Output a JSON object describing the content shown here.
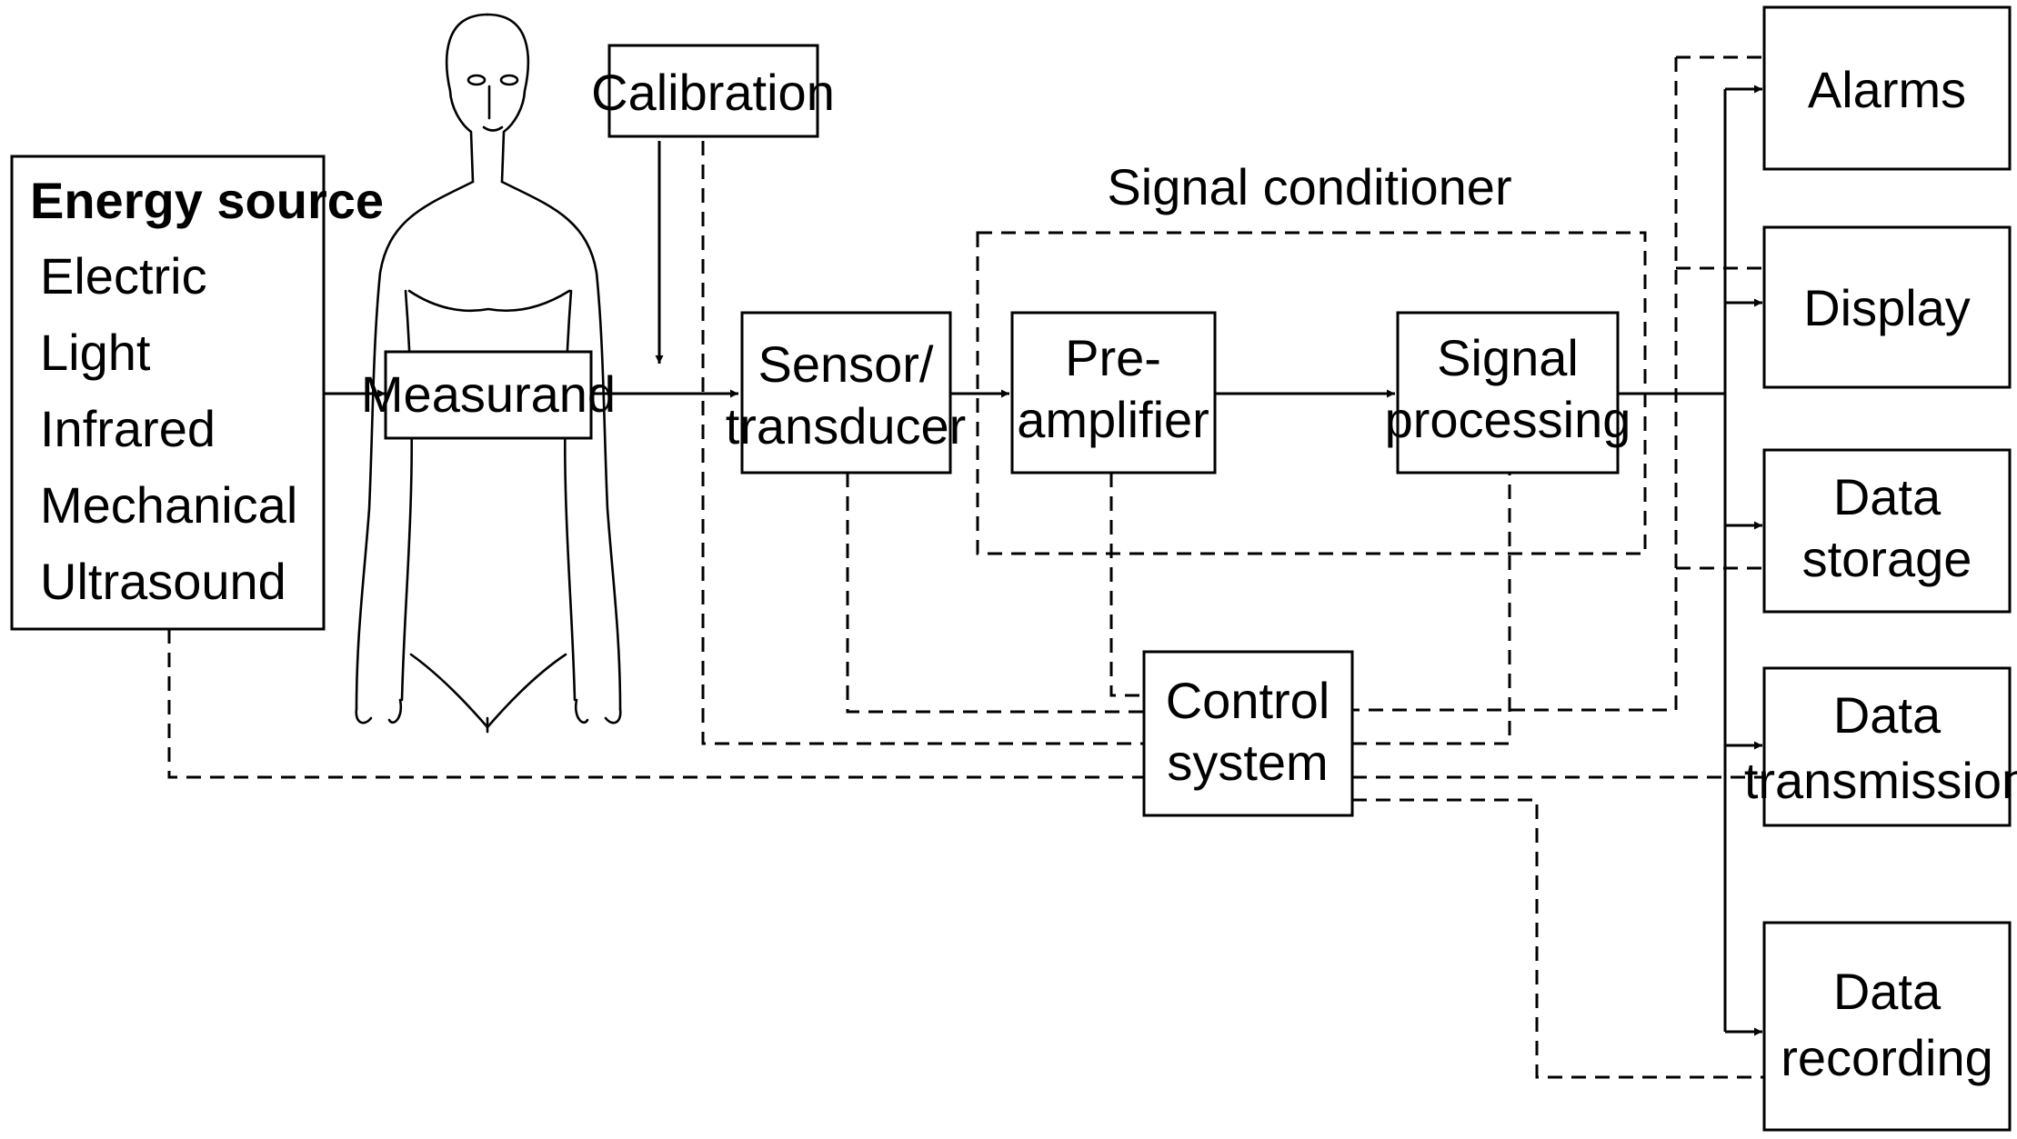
{
  "energy_source": {
    "title": "Energy source",
    "items": [
      "Electric",
      "Light",
      "Infrared",
      "Mechanical",
      "Ultrasound"
    ]
  },
  "measurand": "Measurand",
  "calibration": "Calibration",
  "signal_conditioner": "Signal conditioner",
  "sensor": [
    "Sensor/",
    "transducer"
  ],
  "preamplifier": [
    "Pre-",
    "amplifier"
  ],
  "signal_processing": [
    "Signal",
    "processing"
  ],
  "control_system": [
    "Control",
    "system"
  ],
  "outputs": {
    "alarms": [
      "Alarms"
    ],
    "display": [
      "Display"
    ],
    "data_storage": [
      "Data",
      "storage"
    ],
    "data_transmission": [
      "Data",
      "transmission"
    ],
    "data_recording": [
      "Data",
      "recording"
    ]
  }
}
